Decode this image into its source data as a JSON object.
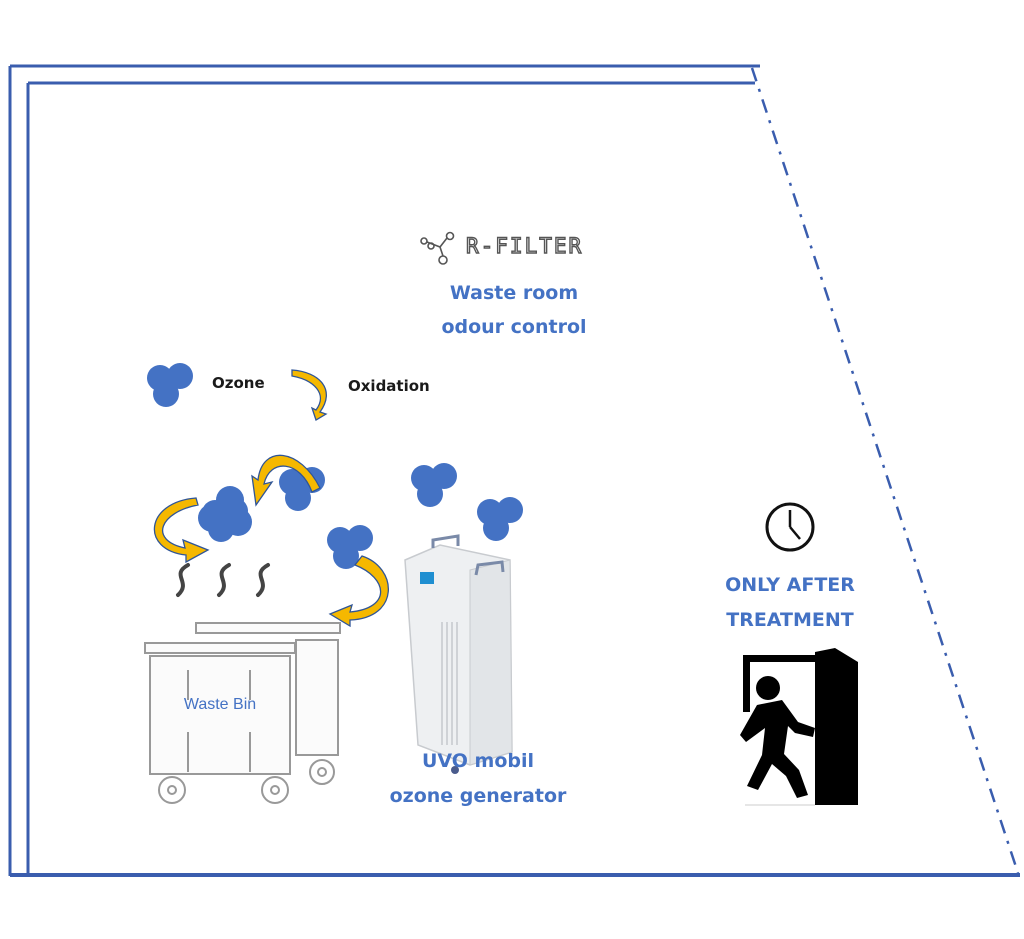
{
  "brand": {
    "logo_text": "R-FILTER",
    "logo_icon": "molecule-icon"
  },
  "title": {
    "line1": "Waste room",
    "line2": "odour control"
  },
  "legend": {
    "ozone_label": "Ozone",
    "oxidation_label": "Oxidation"
  },
  "waste_bin": {
    "label": "Waste Bin"
  },
  "generator": {
    "line1": "UVO mobil",
    "line2": "ozone generator"
  },
  "warning": {
    "line1": "ONLY AFTER",
    "line2": "TREATMENT",
    "clock_icon": "clock-icon",
    "exit_icon": "person-exiting-door-icon"
  },
  "colors": {
    "accent": "#4472C4",
    "arrow_fill": "#F5B800",
    "arrow_stroke": "#2F5597",
    "frame": "#3A5DAE",
    "odour": "#444444"
  }
}
